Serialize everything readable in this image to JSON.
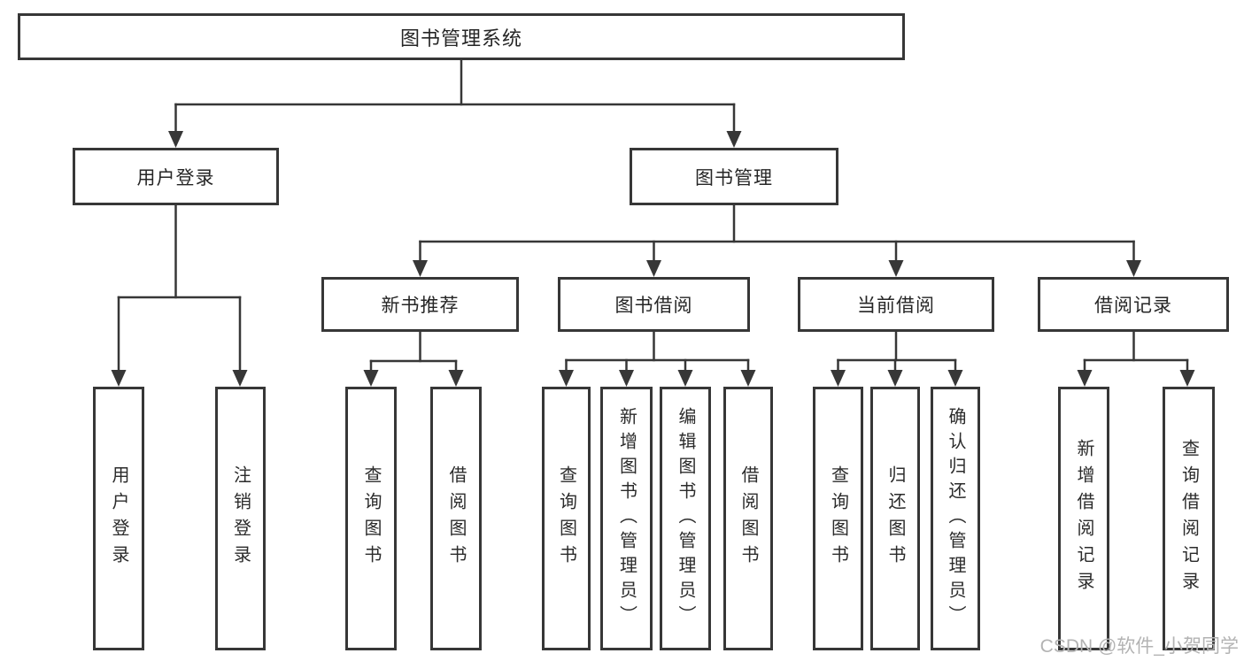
{
  "diagram_type": "hierarchy-tree",
  "colors": {
    "line": "#373737",
    "box_border": "#373737",
    "text": "#262626",
    "background": "#ffffff",
    "watermark": "#b3b3b3"
  },
  "tree": {
    "label": "图书管理系统",
    "children": [
      {
        "label": "用户登录",
        "children": [
          {
            "label": "用户登录"
          },
          {
            "label": "注销登录"
          }
        ]
      },
      {
        "label": "图书管理",
        "children": [
          {
            "label": "新书推荐",
            "children": [
              {
                "label": "查询图书"
              },
              {
                "label": "借阅图书"
              }
            ]
          },
          {
            "label": "图书借阅",
            "children": [
              {
                "label": "查询图书"
              },
              {
                "label": "新增图书（管理员）"
              },
              {
                "label": "编辑图书（管理员）"
              },
              {
                "label": "借阅图书"
              }
            ]
          },
          {
            "label": "当前借阅",
            "children": [
              {
                "label": "查询图书"
              },
              {
                "label": "归还图书"
              },
              {
                "label": "确认归还（管理员）"
              }
            ]
          },
          {
            "label": "借阅记录",
            "children": [
              {
                "label": "新增借阅记录"
              },
              {
                "label": "查询借阅记录"
              }
            ]
          }
        ]
      }
    ]
  },
  "watermark": {
    "text": "CSDN @软件_小贺同学"
  }
}
